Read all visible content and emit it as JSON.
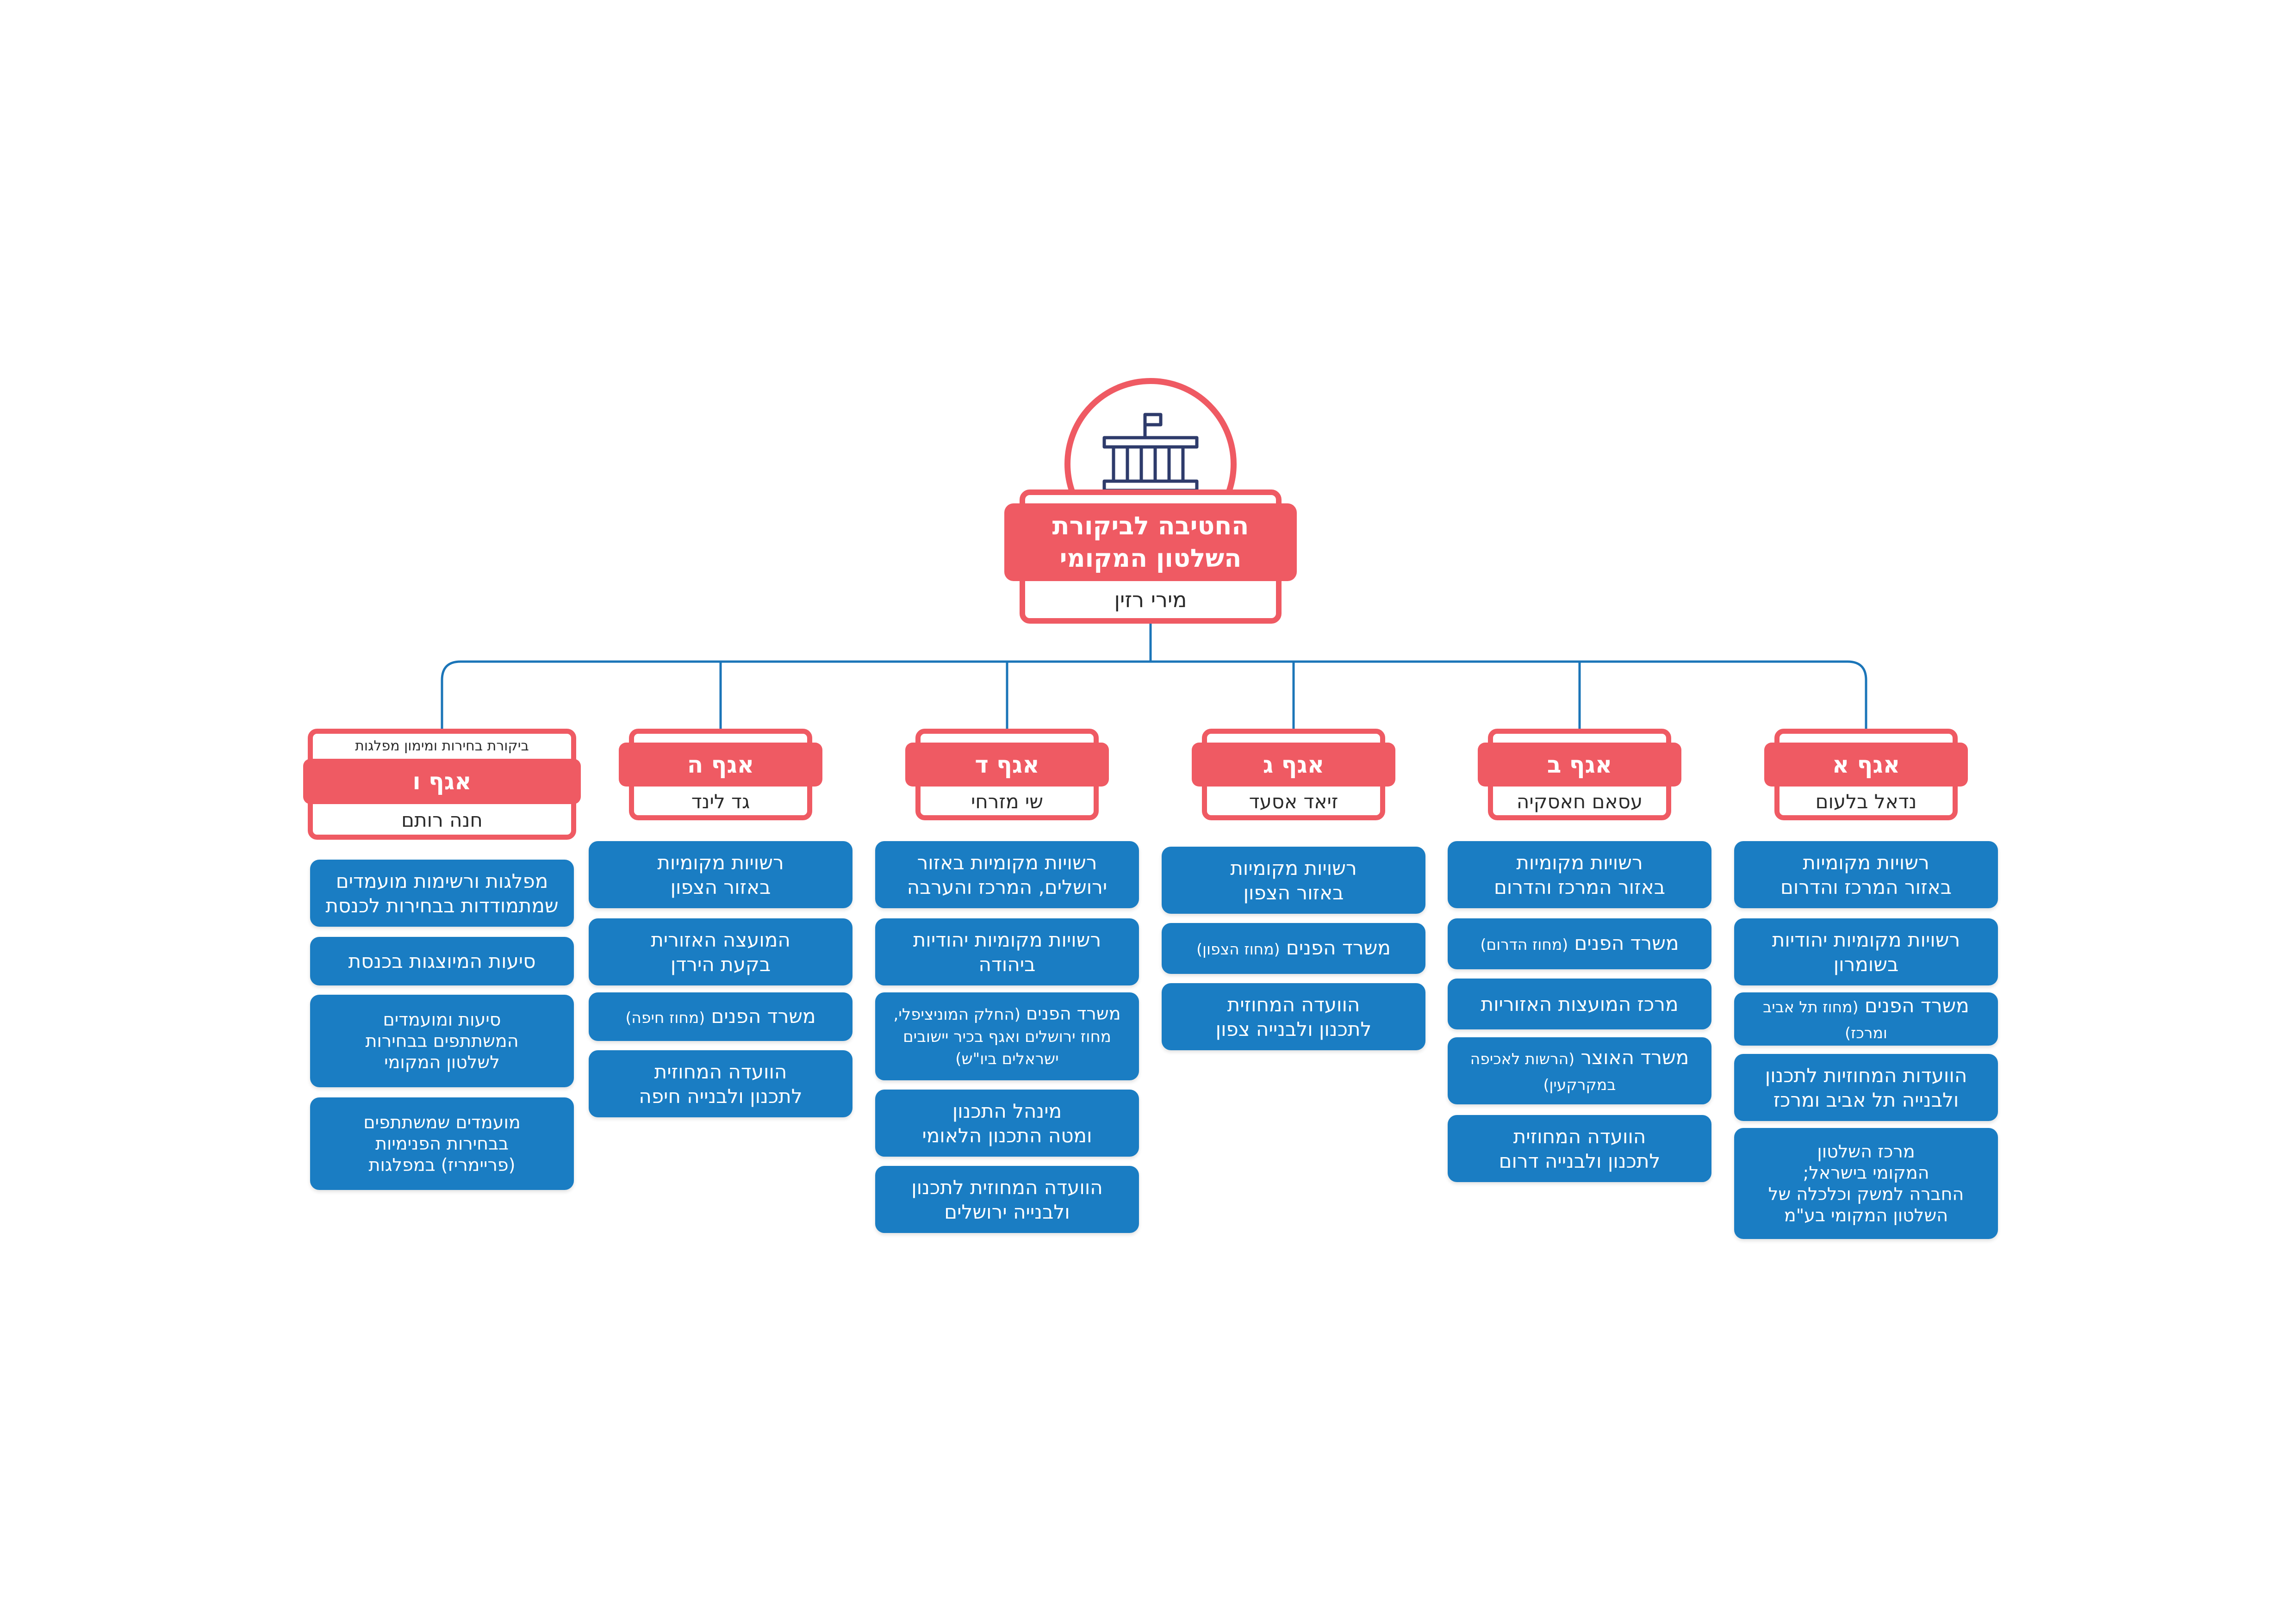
{
  "division": {
    "title_line1": "החטיבה לביקורת",
    "title_line2": "השלטון המקומי",
    "head": "מירי רזין",
    "icon": "building-icon"
  },
  "departments": [
    {
      "label": "אגף א",
      "head": "נדאל בלעום",
      "items": [
        {
          "main": "רשויות מקומיות\nבאזור המרכז והדרום"
        },
        {
          "main": "רשויות מקומיות יהודיות\nבשומרון"
        },
        {
          "main": "משרד הפנים",
          "note": "(מחוז תל אביב ומרכז)"
        },
        {
          "main": "הוועדות המחוזיות לתכנון\nולבנייה תל אביב ומרכז"
        },
        {
          "main": "מרכז השלטון\nהמקומי בישראל;\nהחברה למשק וכלכלה של\nהשלטון המקומי בע\"מ"
        }
      ]
    },
    {
      "label": "אגף ב",
      "head": "עסאם חאסקיה",
      "items": [
        {
          "main": "רשויות מקומיות\nבאזור המרכז והדרום"
        },
        {
          "main": "משרד הפנים",
          "note": "(מחוז הדרום)"
        },
        {
          "main": "מרכז המועצות האזוריות"
        },
        {
          "main": "משרד האוצר",
          "note": "(הרשות לאכיפה במקרקעין)"
        },
        {
          "main": "הוועדה המחוזית\nלתכנון ולבנייה דרום"
        }
      ]
    },
    {
      "label": "אגף ג",
      "head": "זיאד אסעד",
      "items": [
        {
          "main": "רשויות מקומיות\nבאזור הצפון"
        },
        {
          "main": "משרד הפנים",
          "note": "(מחוז הצפון)"
        },
        {
          "main": "הוועדה המחוזית\nלתכנון ולבנייה צפון"
        }
      ]
    },
    {
      "label": "אגף ד",
      "head": "שי מזרחי",
      "items": [
        {
          "main": "רשויות מקומיות באזור\nירושלים, המרכז והערבה"
        },
        {
          "main": "רשויות מקומיות יהודיות\nביהודה"
        },
        {
          "main": "משרד הפנים",
          "note": "(החלק המוניציפלי, מחוז ירושלים ואגף בכיר יישובים ישראלים ביו\"ש)"
        },
        {
          "main": "מינהל התכנון\nומטה התכנון הלאומי"
        },
        {
          "main": "הוועדה המחוזית לתכנון\nולבנייה ירושלים"
        }
      ]
    },
    {
      "label": "אגף ה",
      "head": "גד לינד",
      "items": [
        {
          "main": "רשויות מקומיות\nבאזור הצפון"
        },
        {
          "main": "המועצה האזורית\nבקעת הירדן"
        },
        {
          "main": "משרד הפנים",
          "note": "(מחוז חיפה)"
        },
        {
          "main": "הוועדה המחוזית\nלתכנון ולבנייה חיפה"
        }
      ]
    },
    {
      "label": "אגף ו",
      "subtitle": "ביקורת בחירות ומימון מפלגות",
      "head": "חנה רותם",
      "items": [
        {
          "main": "מפלגות ורשימות מועמדים\nשמתמודדות בבחירות לכנסת"
        },
        {
          "main": "סיעות המיוצגות בכנסת"
        },
        {
          "main": "סיעות ומועמדים\nהמשתתפים בבחירות\nלשלטון המקומי"
        },
        {
          "main": "מועמדים שמשתתפים\nבבחירות הפנימיות\n(פריימריז) במפלגות"
        }
      ]
    }
  ],
  "colors": {
    "accent": "#ef5a63",
    "item": "#1a7dc3",
    "line": "#1b75b8"
  }
}
